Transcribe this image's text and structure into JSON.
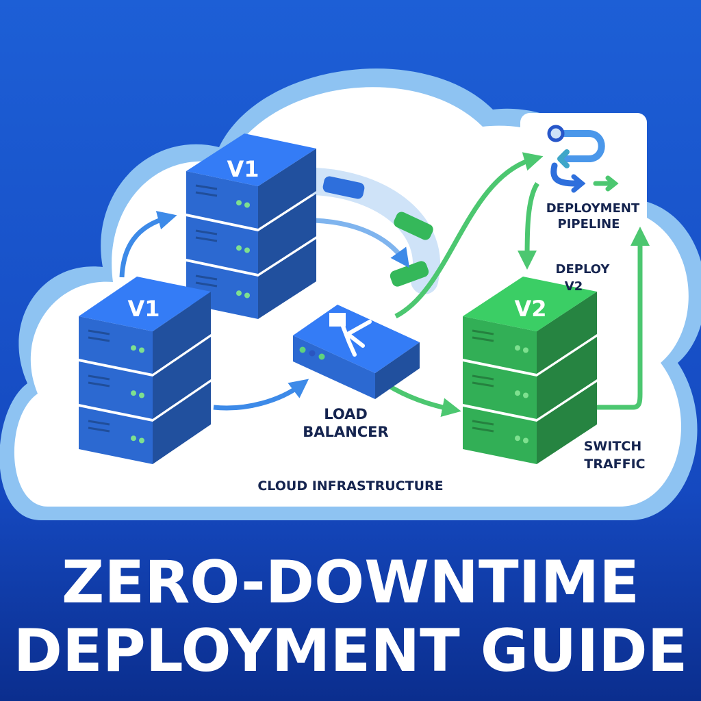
{
  "colors": {
    "background_top": "#1d5fd6",
    "background_bottom": "#0b2e8e",
    "server_blue": "#2e6fdc",
    "server_green": "#35b85a",
    "arrow_green": "#4cc770",
    "arrow_blue": "#3d8ae8",
    "label_text": "#15244f"
  },
  "servers": {
    "old_primary": {
      "label": "V1"
    },
    "old_secondary": {
      "label": "V1"
    },
    "new": {
      "label": "V2"
    }
  },
  "labels": {
    "load_balancer": [
      "LOAD",
      "BALANCER"
    ],
    "cloud": "CLOUD INFRASTRUCTURE",
    "pipeline": [
      "DEPLOYMENT",
      "PIPELINE"
    ],
    "deploy": [
      "DEPLOY",
      "V2"
    ],
    "switch": [
      "SWITCH",
      "TRAFFIC"
    ]
  },
  "title": {
    "line1": "ZERO-DOWNTIME",
    "line2": "DEPLOYMENT GUIDE"
  }
}
